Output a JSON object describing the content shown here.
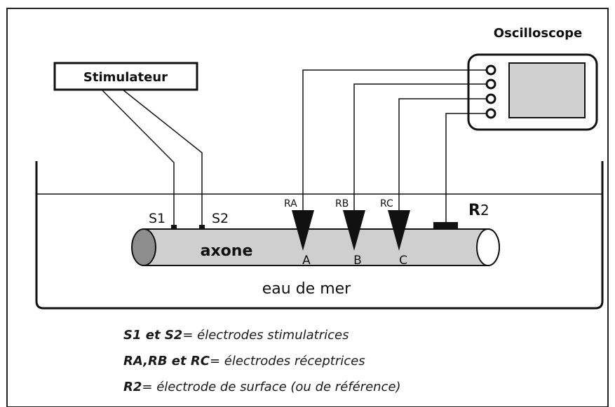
{
  "labels": {
    "oscilloscope": "Oscilloscope",
    "stimulator": "Stimulateur",
    "s1": "S1",
    "s2": "S2",
    "ra": "RA",
    "rb": "RB",
    "rc": "RC",
    "r2": "R",
    "r2_sub": "2",
    "axon": "axone",
    "point_a": "A",
    "point_b": "B",
    "point_c": "C",
    "water": "eau de mer"
  },
  "legend": [
    {
      "key": "S1 et S2",
      "text": "= électrodes stimulatrices"
    },
    {
      "key": "RA,RB et RC",
      "text": "= électrodes réceptrices"
    },
    {
      "key": "R2",
      "text": "= électrode de surface (ou de référence)"
    }
  ]
}
